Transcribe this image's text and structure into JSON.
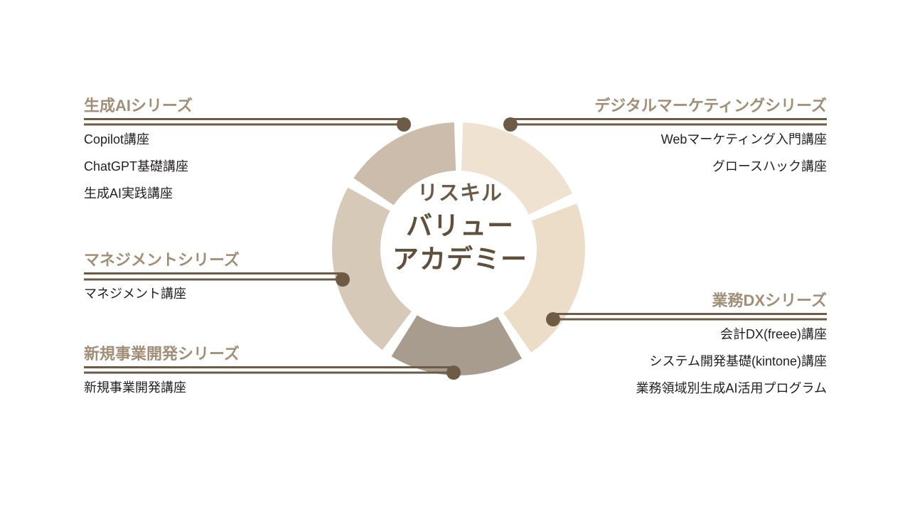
{
  "center": {
    "line1": "リスキル",
    "line2": "バリュー",
    "line3": "アカデミー"
  },
  "colors": {
    "segment_gen_ai": "#cbbcab",
    "segment_management": "#d6c9b8",
    "segment_new_business": "#a89c8f",
    "segment_digital_marketing": "#f0e2d1",
    "segment_dx": "#ecddc9",
    "title_text": "#a08e77",
    "rule": "#6e5b45",
    "connector": "#6e5b45",
    "center_text": "#6b5a47",
    "item_text": "#231f20",
    "background": "#ffffff"
  },
  "groups": {
    "gen_ai": {
      "title": "生成AIシリーズ",
      "items": [
        "Copilot講座",
        "ChatGPT基礎講座",
        "生成AI実践講座"
      ]
    },
    "management": {
      "title": "マネジメントシリーズ",
      "items": [
        "マネジメント講座"
      ]
    },
    "new_business": {
      "title": "新規事業開発シリーズ",
      "items": [
        "新規事業開発講座"
      ]
    },
    "digital_marketing": {
      "title": "デジタルマーケティングシリーズ",
      "items": [
        "Webマーケティング入門講座",
        "グロースハック講座"
      ]
    },
    "dx": {
      "title": "業務DXシリーズ",
      "items": [
        "会計DX(freee)講座",
        "システム開発基礎(kintone)講座",
        "業務領域別生成AI活用プログラム"
      ]
    }
  },
  "chart_data": {
    "type": "pie",
    "title": "リスキル バリュー アカデミー",
    "legend_position": "outside-callouts",
    "donut": true,
    "inner_radius_ratio": 0.62,
    "center": [
      645,
      350
    ],
    "outer_radius": 178,
    "inner_radius": 110,
    "gap_degrees": 5,
    "categories": [
      "デジタルマーケティングシリーズ",
      "業務DXシリーズ",
      "新規事業開発シリーズ",
      "マネジメントシリーズ",
      "生成AIシリーズ"
    ],
    "values": [
      62,
      76,
      62,
      82,
      78
    ],
    "segments": [
      {
        "name": "デジタルマーケティングシリーズ",
        "start_deg": 2,
        "end_deg": 64,
        "color": "#f0e2d1"
      },
      {
        "name": "業務DXシリーズ",
        "start_deg": 69,
        "end_deg": 145,
        "color": "#ecddc9"
      },
      {
        "name": "新規事業開発シリーズ",
        "start_deg": 150,
        "end_deg": 212,
        "color": "#a89c8f"
      },
      {
        "name": "マネジメントシリーズ",
        "start_deg": 217,
        "end_deg": 299,
        "color": "#d6c9b8"
      },
      {
        "name": "生成AIシリーズ",
        "start_deg": 304,
        "end_deg": 358,
        "color": "#cbbcab"
      }
    ]
  }
}
